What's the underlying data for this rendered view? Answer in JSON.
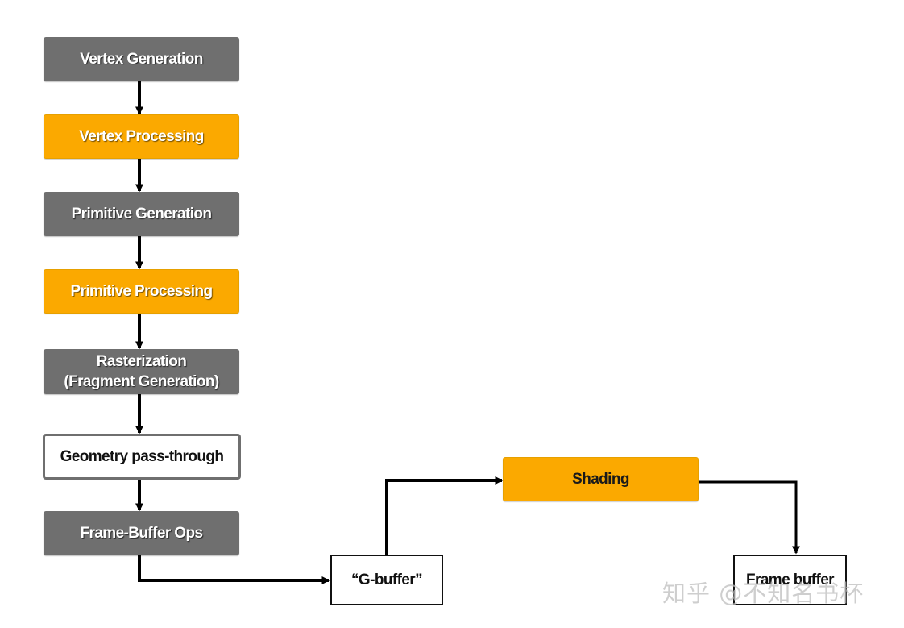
{
  "diagram": {
    "nodes": {
      "vertex_generation": "Vertex Generation",
      "vertex_processing": "Vertex Processing",
      "primitive_generation": "Primitive Generation",
      "primitive_processing": "Primitive Processing",
      "rasterization": "Rasterization\n(Fragment Generation)",
      "geometry_pass_through": "Geometry pass-through",
      "frame_buffer_ops": "Frame-Buffer Ops",
      "g_buffer": "“G-buffer”",
      "shading": "Shading",
      "frame_buffer": "Frame buffer"
    },
    "edges": [
      {
        "from": "Vertex Generation",
        "to": "Vertex Processing"
      },
      {
        "from": "Vertex Processing",
        "to": "Primitive Generation"
      },
      {
        "from": "Primitive Generation",
        "to": "Primitive Processing"
      },
      {
        "from": "Primitive Processing",
        "to": "Rasterization (Fragment Generation)"
      },
      {
        "from": "Rasterization (Fragment Generation)",
        "to": "Geometry pass-through"
      },
      {
        "from": "Geometry pass-through",
        "to": "Frame-Buffer Ops"
      },
      {
        "from": "Frame-Buffer Ops",
        "to": "“G-buffer”"
      },
      {
        "from": "“G-buffer”",
        "to": "Shading"
      },
      {
        "from": "Shading",
        "to": "Frame buffer"
      }
    ],
    "colors": {
      "stage_gray": "#6f6f6f",
      "stage_orange": "#fba900",
      "arrow": "#000000"
    }
  },
  "watermark": "知乎 @不知名书杯"
}
